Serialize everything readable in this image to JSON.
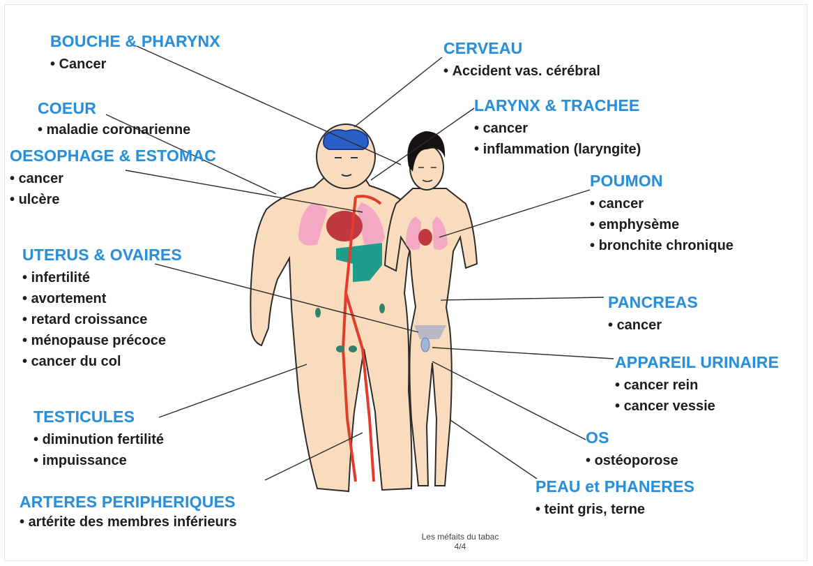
{
  "organs": {
    "bouche": {
      "title": "BOUCHE & PHARYNX",
      "items": [
        "Cancer"
      ]
    },
    "coeur": {
      "title": "COEUR",
      "items": [
        "maladie coronarienne"
      ]
    },
    "oesophage": {
      "title": "OESOPHAGE & ESTOMAC",
      "items": [
        "cancer",
        "ulcère"
      ]
    },
    "uterus": {
      "title": "UTERUS & OVAIRES",
      "items": [
        "infertilité",
        "avortement",
        "retard croissance",
        "ménopause précoce",
        "cancer du col"
      ]
    },
    "testicules": {
      "title": "TESTICULES",
      "items": [
        "diminution fertilité",
        "impuissance"
      ]
    },
    "arteres": {
      "title": "ARTERES PERIPHERIQUES",
      "items": [
        "artérite des membres inférieurs"
      ]
    },
    "cerveau": {
      "title": "CERVEAU",
      "items": [
        "Accident vas. cérébral"
      ]
    },
    "larynx": {
      "title": "LARYNX & TRACHEE",
      "items": [
        "cancer",
        "inflammation (laryngite)"
      ]
    },
    "poumon": {
      "title": "POUMON",
      "items": [
        "cancer",
        "emphysème",
        "bronchite chronique"
      ]
    },
    "pancreas": {
      "title": "PANCREAS",
      "items": [
        "cancer"
      ]
    },
    "urinaire": {
      "title": "APPAREIL URINAIRE",
      "items": [
        "cancer rein",
        "cancer vessie"
      ]
    },
    "os": {
      "title": "OS",
      "items": [
        "ostéoporose"
      ]
    },
    "peau": {
      "title": "PEAU et PHANERES",
      "items": [
        "teint gris, terne"
      ]
    }
  },
  "caption": {
    "line1": "Les méfaits du tabac",
    "line2": "4/4"
  },
  "colors": {
    "title": "#2a8fd8",
    "skin": "#f9dcbd",
    "outline": "#2b2b2b",
    "brain": "#2b5fc8",
    "lungs": "#f3a9c4",
    "heart": "#c0383f",
    "artery": "#e43c2c",
    "stomach": "#1f9c8a",
    "hair": "#161212"
  }
}
